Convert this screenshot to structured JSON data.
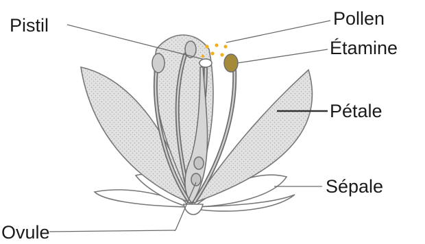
{
  "labels": {
    "pistil": "Pistil",
    "pollen": "Pollen",
    "etamine": "Étamine",
    "petale": "Pétale",
    "sepale": "Sépale",
    "ovule": "Ovule"
  },
  "colors": {
    "stroke": "#6e6e6e",
    "petal_fill": "#dedede",
    "stamen_fill": "#b8b8b8",
    "anther_fill": "#a58a3a",
    "pollen_dots": "#f0b020",
    "leader_line": "#6a6a6a",
    "text": "#1a1a1a"
  }
}
